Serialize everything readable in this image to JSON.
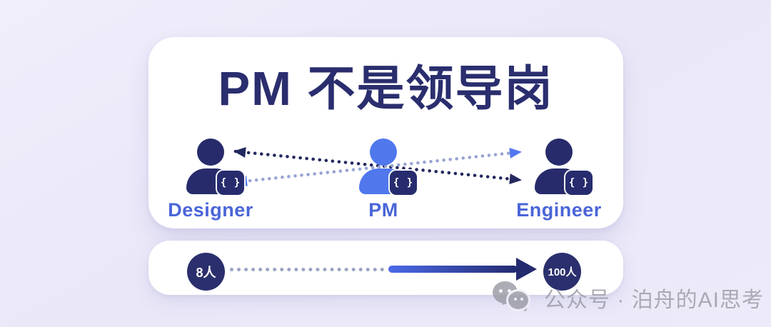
{
  "card": {
    "title": "PM 不是领导岗",
    "badge_glyph": "{ }",
    "roles": [
      {
        "id": "designer",
        "label": "Designer",
        "color": "#272b6b"
      },
      {
        "id": "pm",
        "label": "PM",
        "color": "#5078ec"
      },
      {
        "id": "engineer",
        "label": "Engineer",
        "color": "#272b6b"
      }
    ],
    "arrows": [
      {
        "from": "designer-top",
        "to": "engineer-bottom",
        "heads": "both",
        "style": "dotted",
        "color": "#23285e"
      },
      {
        "from": "designer-bottom",
        "to": "engineer-top",
        "heads": "both",
        "style": "dotted",
        "color": "#5377ee"
      }
    ]
  },
  "scale_bar": {
    "start": "8人",
    "end": "100人"
  },
  "watermark": {
    "icon": "wechat-icon",
    "text": "公众号 · 泊舟的AI思考"
  },
  "colors": {
    "background": "#ebe9f8",
    "card": "#ffffff",
    "title_navy": "#2a2e6e",
    "person_navy": "#272b6b",
    "person_blue": "#5078ec",
    "label_blue": "#4a65d8",
    "dark_arrow": "#23285e",
    "light_arrow_dots": "#98a4d2",
    "light_arrow_head": "#5377ee",
    "scale_dots": "#9aa3c2",
    "gradient_start": "#4b69e8",
    "gradient_end": "#232a6e",
    "count_circle": "#2b2f6e",
    "watermark_gray": "#9b9ba6"
  }
}
